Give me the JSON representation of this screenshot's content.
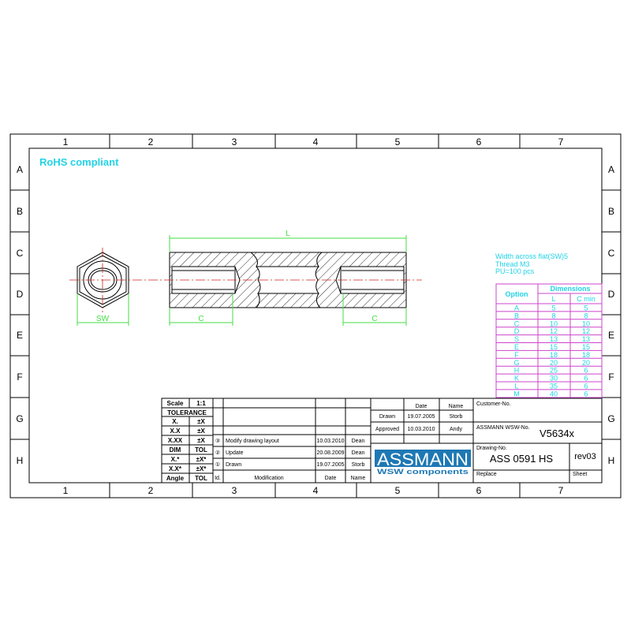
{
  "grid": {
    "columns": [
      "1",
      "2",
      "3",
      "4",
      "5",
      "6",
      "7"
    ],
    "rows": [
      "A",
      "B",
      "C",
      "D",
      "E",
      "F",
      "G",
      "H"
    ]
  },
  "notes": {
    "rohs": "RoHS compliant",
    "spec1": "Width across flat(SW)5",
    "spec2": "Thread M3",
    "spec3": "PU=100 pcs"
  },
  "dimensions": {
    "L": "L",
    "C": "C",
    "SW": "SW"
  },
  "option_table": {
    "header_option": "Option",
    "header_dimensions": "Dimensions",
    "header_L": "L",
    "header_C": "C min",
    "rows": [
      {
        "option": "A",
        "L": "5",
        "C": "5"
      },
      {
        "option": "B",
        "L": "8",
        "C": "8"
      },
      {
        "option": "C",
        "L": "10",
        "C": "10"
      },
      {
        "option": "D",
        "L": "12",
        "C": "12"
      },
      {
        "option": "S",
        "L": "13",
        "C": "13"
      },
      {
        "option": "E",
        "L": "15",
        "C": "15"
      },
      {
        "option": "F",
        "L": "18",
        "C": "18"
      },
      {
        "option": "G",
        "L": "20",
        "C": "20"
      },
      {
        "option": "H",
        "L": "25",
        "C": "6"
      },
      {
        "option": "K",
        "L": "30",
        "C": "6"
      },
      {
        "option": "L",
        "L": "35",
        "C": "6"
      },
      {
        "option": "M",
        "L": "40",
        "C": "6"
      }
    ]
  },
  "tolerance": {
    "scale_label": "Scale",
    "scale_value": "1:1",
    "title": "TOLERANCE",
    "rows": [
      [
        "X.",
        "±X"
      ],
      [
        "X.X",
        "±X"
      ],
      [
        "X.XX",
        "±X"
      ],
      [
        "DIM",
        "TOL"
      ],
      [
        "X.*",
        "±X*"
      ],
      [
        "X.X*",
        "±X*"
      ],
      [
        "Angle",
        "TOL"
      ]
    ]
  },
  "revisions": {
    "header": {
      "id": "Id.",
      "modification": "Modification",
      "date": "Date",
      "name": "Name"
    },
    "rows": [
      {
        "id": "③",
        "modification": "Modify drawing layout",
        "date": "10.03.2010",
        "name": "Dean"
      },
      {
        "id": "②",
        "modification": "Update",
        "date": "20.08.2009",
        "name": "Dean"
      },
      {
        "id": "①",
        "modification": "Drawn",
        "date": "19.07.2005",
        "name": "Storb"
      }
    ]
  },
  "approval": {
    "date_label": "Date",
    "name_label": "Name",
    "drawn_label": "Drawn",
    "drawn_date": "19.07.2005",
    "drawn_name": "Storb",
    "approved_label": "Approved",
    "approved_date": "10.03.2010",
    "approved_name": "Andy"
  },
  "logo": {
    "name": "ASSMANN",
    "sub": "WSW components"
  },
  "title_block": {
    "customer_label": "Customer-No.",
    "wsw_label": "ASSMANN WSW-No.",
    "wsw_value": "V5634x",
    "drawing_label": "Drawing-No.",
    "drawing_value": "ASS 0591 HS",
    "revision": "rev03",
    "replace_label": "Replace",
    "sheet_label": "Sheet"
  },
  "colors": {
    "cyan": "#22d3e6",
    "magenta": "#cc44cc",
    "green": "#44dd44",
    "red": "#cc2222",
    "logo_blue": "#1e78b4"
  }
}
